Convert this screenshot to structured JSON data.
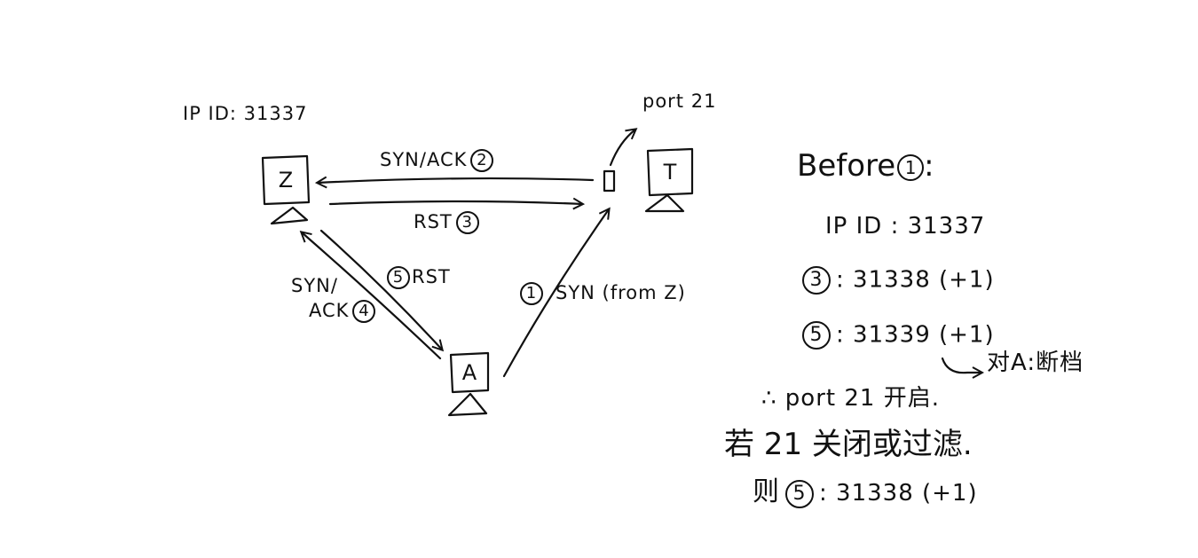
{
  "diagram": {
    "stroke_color": "#111111",
    "nodes": {
      "zombie": {
        "letter": "Z",
        "caption": "IP ID: 31337"
      },
      "target": {
        "letter": "T",
        "port_label": "port 21"
      },
      "attacker": {
        "letter": "A"
      }
    },
    "edges": {
      "syn_ack_2": {
        "label": "SYN/ACK",
        "step": "2"
      },
      "rst_3": {
        "label": "RST",
        "step": "3"
      },
      "syn_1": {
        "step": "1",
        "label": "SYN (from Z)"
      },
      "syn_ack_4": {
        "label_line1": "SYN/",
        "label_line2": "ACK",
        "step": "4"
      },
      "rst_5": {
        "step": "5",
        "label": "RST"
      }
    }
  },
  "notes": {
    "heading": "Before",
    "heading_step": "1",
    "heading_suffix": ":",
    "ip_id_line": "IP ID : 31337",
    "step3_num": "3",
    "step3_value": ": 31338 (+1)",
    "step5_num": "5",
    "step5_value": ": 31339 (+1)",
    "annotation_arrow": "↪",
    "annotation": "对A:断档",
    "conclusion": "∴ port 21 开启.",
    "condition": "若 21 关闭或过滤.",
    "then_prefix": "则",
    "then_num": "5",
    "then_value": ": 31338 (+1)"
  }
}
